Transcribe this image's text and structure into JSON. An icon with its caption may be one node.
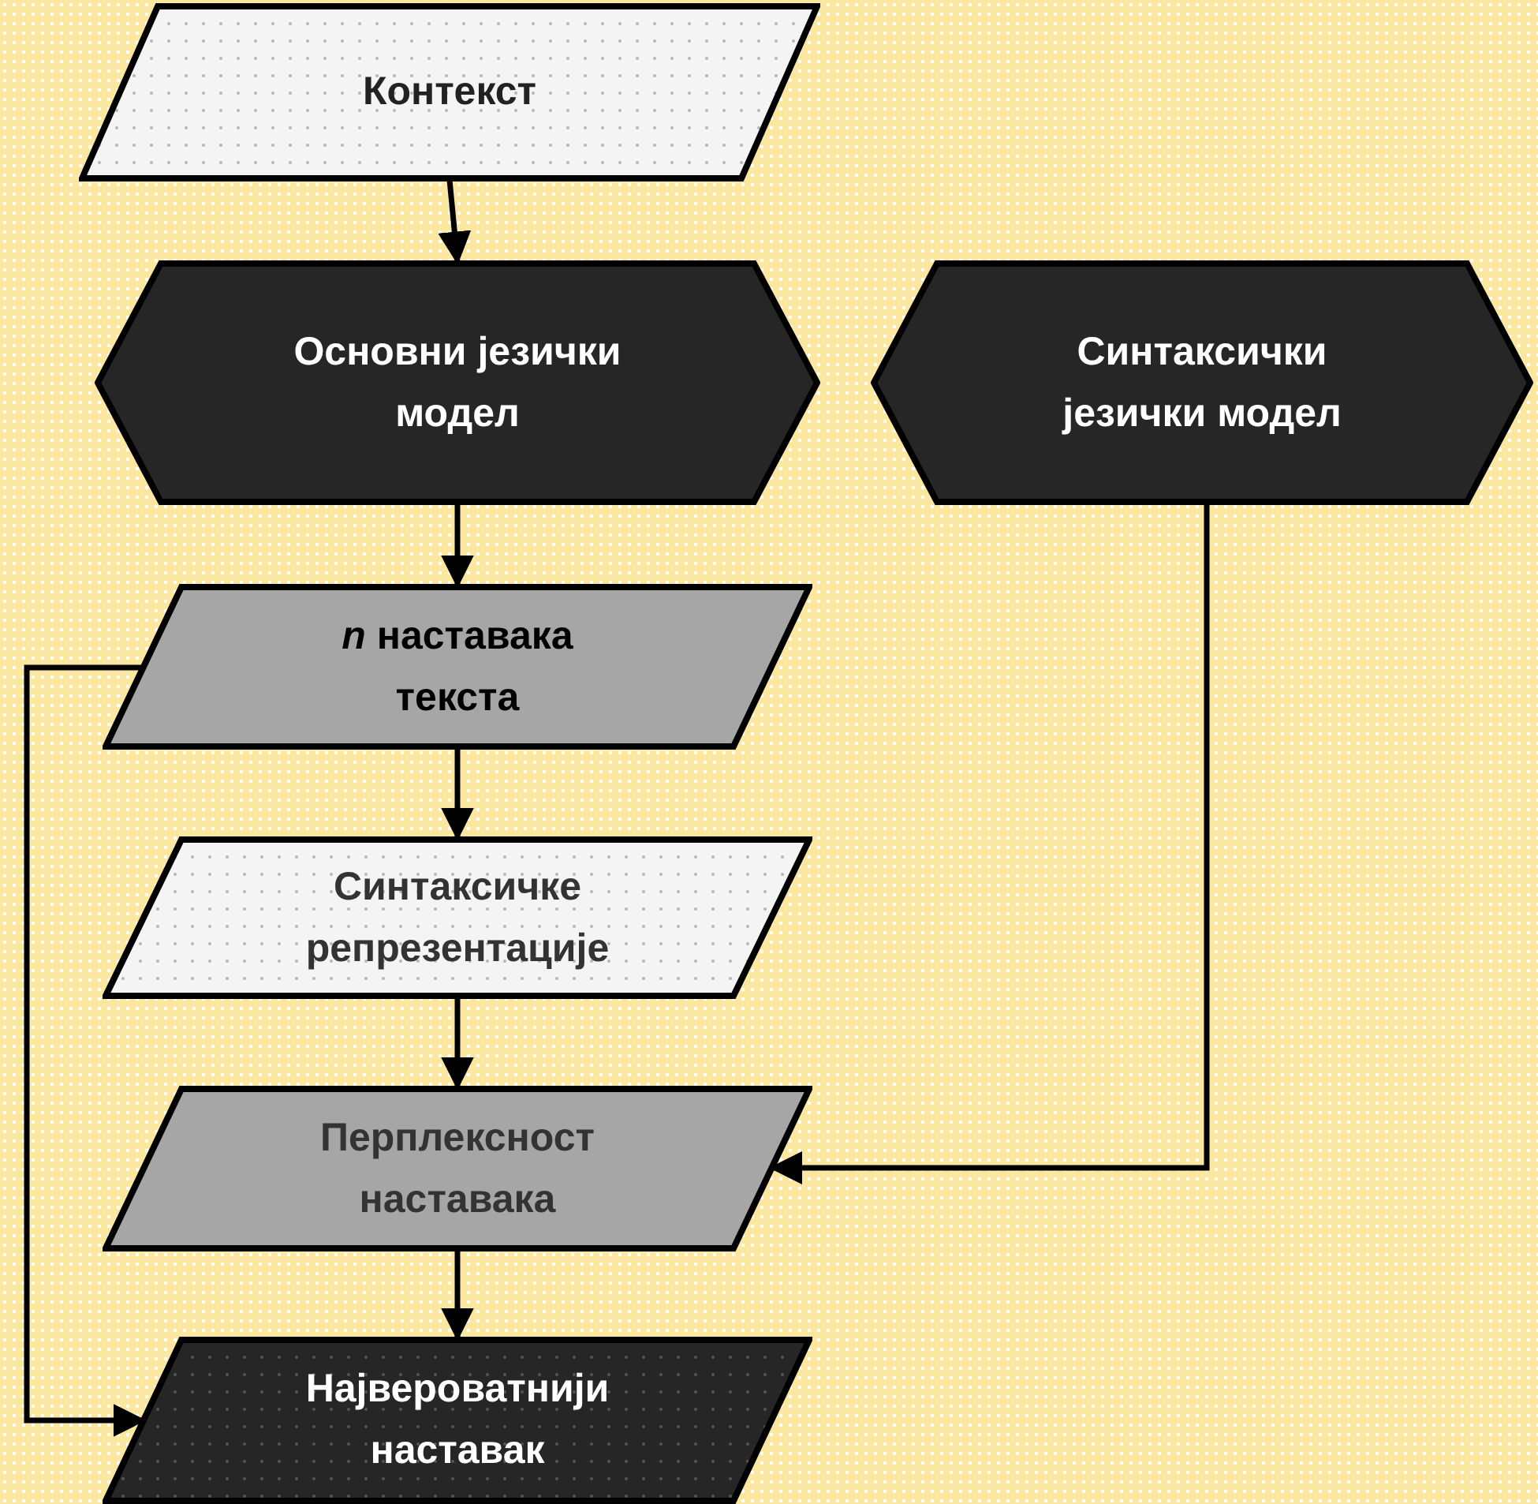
{
  "diagram": {
    "nodes": [
      {
        "text": [
          "Контекст"
        ]
      },
      {
        "text": [
          "Основни језички модел"
        ]
      },
      {
        "text": [
          "Синтаксички језички модел"
        ]
      },
      {
        "text": [
          "*n* наставака текста"
        ]
      },
      {
        "text": [
          "Синтаксичке репрезентације"
        ]
      },
      {
        "text": [
          "Перплексност наставака"
        ]
      },
      {
        "text": [
          "Највероватнији наставак"
        ]
      }
    ],
    "edges": [
      {
        "from": 0,
        "to": 1,
        "arrow": "to"
      },
      {
        "from": 1,
        "to": 3,
        "arrow": "to"
      },
      {
        "from": 3,
        "to": 4,
        "arrow": "to"
      },
      {
        "from": 4,
        "to": 5,
        "arrow": "to"
      },
      {
        "from": 5,
        "to": 6,
        "arrow": "to"
      },
      {
        "from": 2,
        "to": 5,
        "arrow": "to"
      },
      {
        "from": 3,
        "to": 6,
        "arrow": "to"
      }
    ]
  }
}
